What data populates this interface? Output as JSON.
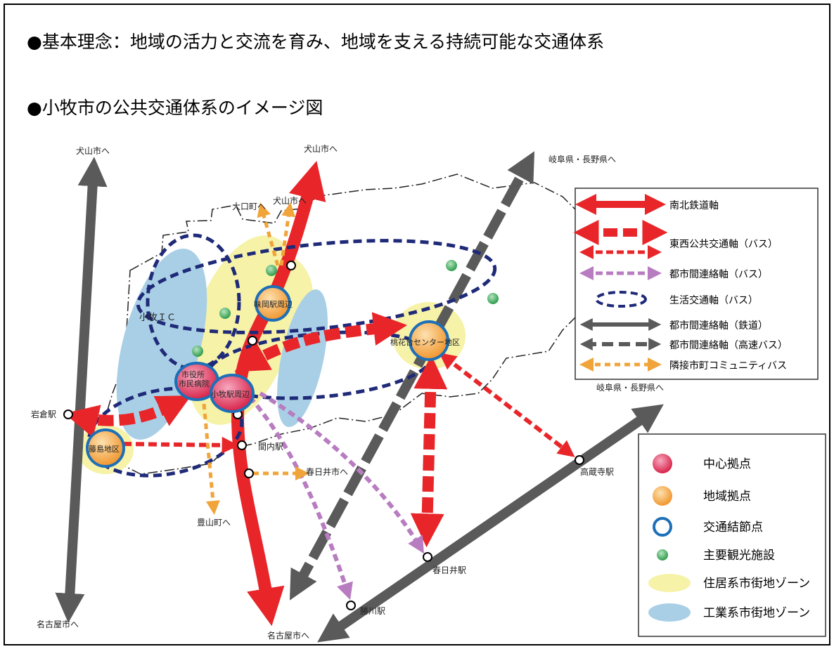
{
  "heading_principle": "●基本理念：地域の活力と交流を育み、地域を支える持続可能な交通体系",
  "heading_diagram": "●小牧市の公共交通体系のイメージ図",
  "map_labels": {
    "inuyama_left": "犬山市へ",
    "inuyama_top": "犬山市へ",
    "inuyama_small": "犬山市へ",
    "oguchi": "大口町へ",
    "gifu_top": "岐阜県・長野県へ",
    "gifu_mid": "岐阜県・長野県へ",
    "komaki_ic": "小牧ＩＣ",
    "ajioka": "味岡駅周辺",
    "tokadai": "桃花台センター地区",
    "shiyakusho": "市役所\n市民病院",
    "komaki_station": "小牧駅周辺",
    "fujishima": "藤島地区",
    "iwakura": "岩倉駅",
    "manai": "間内駅",
    "kasugai_city": "春日井市へ",
    "toyoyama": "豊山町へ",
    "kozoji": "高蔵寺駅",
    "kasugai_station": "春日井駅",
    "kachigawa": "勝川駅",
    "nagoya_left": "名古屋市へ",
    "nagoya_center": "名古屋市へ"
  },
  "legend_lines": [
    "南北鉄道軸",
    "東西公共交通軸（バス）",
    "都市間連絡軸（バス）",
    "生活交通軸（バス）",
    "都市間連絡軸（鉄道）",
    "都市間連絡軸（高速バス）",
    "隣接市町コミュニティバス"
  ],
  "legend_points": [
    "中心拠点",
    "地域拠点",
    "交通結節点",
    "主要観光施設",
    "住居系市街地ゾーン",
    "工業系市街地ゾーン"
  ],
  "colors": {
    "rail": "#e8262a",
    "bus": "#e8262a",
    "intercity_bus": "#b87cc0",
    "life_bus": "#1f2a78",
    "intercity_rail": "#5a5a5a",
    "highway_bus": "#5a5a5a",
    "community_bus": "#f0a43a",
    "residential": "#f6f2a8",
    "industrial": "#a9cfe6",
    "center_node": "#d8244a",
    "region_node": "#f3a640",
    "transit_node": "#1d6fb8",
    "tourism": "#3caa58"
  }
}
